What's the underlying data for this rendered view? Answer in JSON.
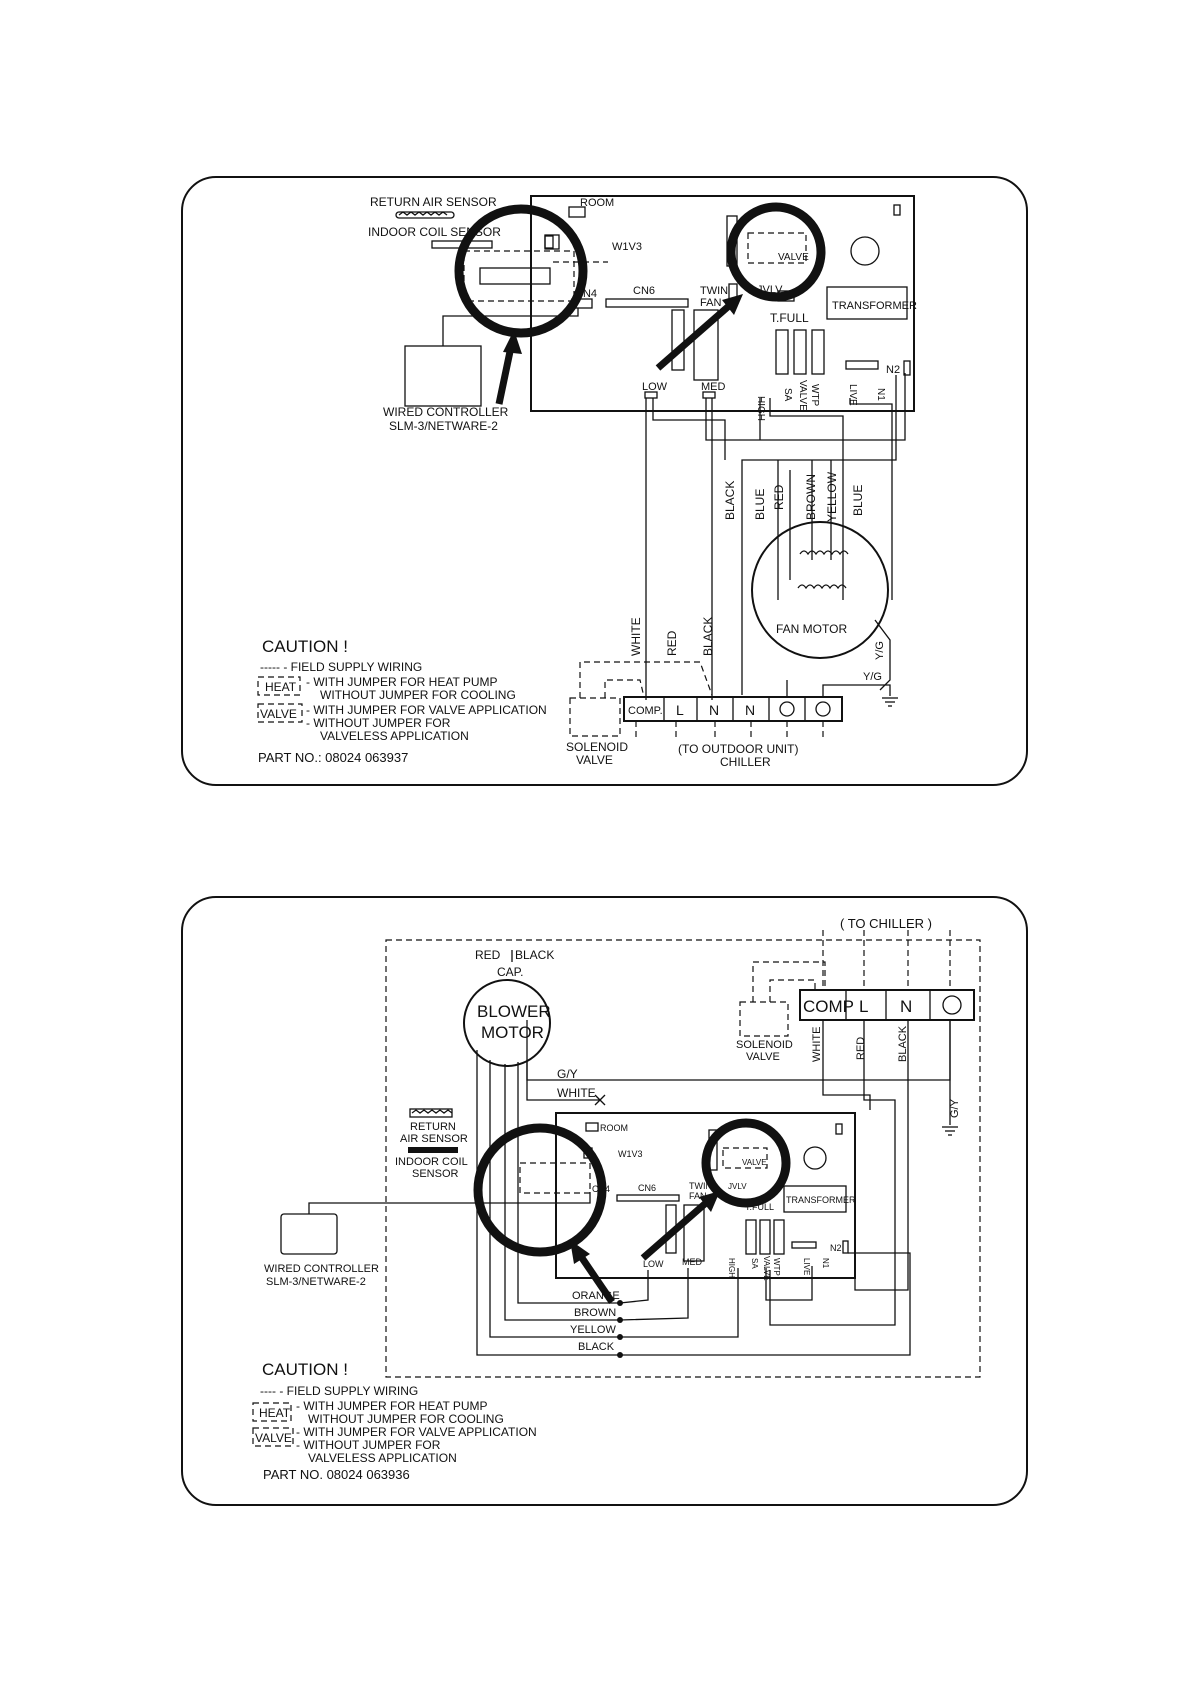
{
  "d1": {
    "return_air_sensor": "RETURN AIR SENSOR",
    "indoor_coil_sensor": "INDOOR COIL SENSOR",
    "room": "ROOM",
    "w1v3": "W1V3",
    "cn4": "CN4",
    "cn6": "CN6",
    "twin_fan": [
      "TWIN",
      "FAN"
    ],
    "jvlv": "JVLV",
    "valve_box": "VALVE",
    "t_full": "T.FULL",
    "transformer": "TRANSFORMER",
    "n2": "N2",
    "terminals": [
      "LOW",
      "MED",
      "HIGH",
      "SA",
      "VALVE",
      "WTP",
      "LIVE",
      "N1"
    ],
    "wired_controller": [
      "WIRED CONTROLLER",
      "SLM-3/NETWARE-2"
    ],
    "wire_colors_upper": [
      "BLACK",
      "BLUE",
      "RED",
      "BROWN",
      "YELLOW",
      "BLUE"
    ],
    "wire_colors_lower": [
      "WHITE",
      "RED",
      "BLACK"
    ],
    "fan_motor": "FAN MOTOR",
    "yg": "Y/G",
    "yg2": "Y/G",
    "terminal_block": [
      "COMP.",
      "L",
      "N",
      "N"
    ],
    "solenoid": [
      "SOLENOID",
      "VALVE"
    ],
    "to_outdoor": [
      "(TO OUTDOOR UNIT)",
      "CHILLER"
    ],
    "caution": "CAUTION !",
    "legend_lines": [
      "----- - FIELD SUPPLY WIRING",
      "- WITH JUMPER FOR HEAT PUMP",
      "WITHOUT JUMPER FOR COOLING",
      "- WITH JUMPER FOR VALVE APPLICATION",
      "- WITHOUT JUMPER FOR",
      "VALVELESS APPLICATION"
    ],
    "heat_box": "HEAT",
    "valve_legend_box": "VALVE",
    "part_no": "PART NO.: 08024 063937"
  },
  "d2": {
    "to_chiller": "( TO CHILLER )",
    "red_black": [
      "RED",
      "BLACK"
    ],
    "cap": "CAP.",
    "blower_motor": [
      "BLOWER",
      "MOTOR"
    ],
    "terminal_block": [
      "COMP",
      "L",
      "N"
    ],
    "solenoid": [
      "SOLENOID",
      "VALVE"
    ],
    "wire_colors": [
      "WHITE",
      "RED",
      "BLACK"
    ],
    "gy": "G/Y",
    "gy2": "G/Y",
    "white_x": "WHITE",
    "return_air_sensor": [
      "RETURN",
      "AIR SENSOR"
    ],
    "indoor_coil_sensor": [
      "INDOOR COIL",
      "SENSOR"
    ],
    "room": "ROOM",
    "w1v3": "W1V3",
    "cn4": "CN4",
    "cn6": "CN6",
    "twin_fan": [
      "TWIN",
      "FAN"
    ],
    "jvlv": "JVLV",
    "valve_box": "VALVE",
    "t_full": "T.FULL",
    "transformer": "TRANSFORMER",
    "n2": "N2",
    "terminals": [
      "LOW",
      "MED",
      "HIGH",
      "SA",
      "VALVE",
      "WTP",
      "LIVE",
      "N1"
    ],
    "wired_controller": [
      "WIRED CONTROLLER",
      "SLM-3/NETWARE-2"
    ],
    "speed_wires": [
      "ORANGE",
      "BROWN",
      "YELLOW",
      "BLACK"
    ],
    "caution": "CAUTION !",
    "legend_lines": [
      "----  - FIELD SUPPLY WIRING",
      "- WITH JUMPER FOR HEAT PUMP",
      "WITHOUT JUMPER FOR COOLING",
      "- WITH JUMPER FOR VALVE APPLICATION",
      "- WITHOUT JUMPER FOR",
      "VALVELESS APPLICATION"
    ],
    "heat_box": "HEAT",
    "valve_legend_box": "VALVE",
    "part_no": "PART NO. 08024  063936"
  }
}
